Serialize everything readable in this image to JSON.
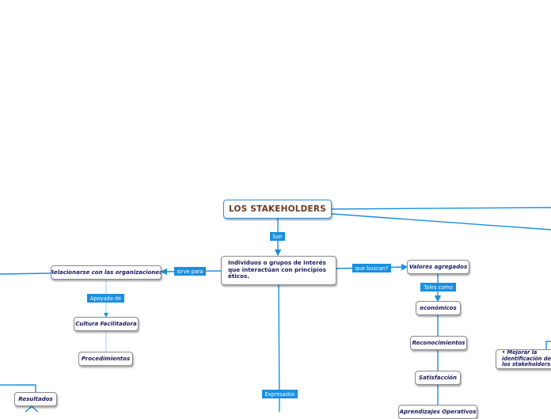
{
  "root": {
    "title": "LOS STAKEHOLDERS"
  },
  "definition": {
    "text": "Individuos o grupos de interés que interactúan con principios éticos."
  },
  "labels": {
    "son": "Son",
    "sirve_para": "sirve para",
    "que_buscan": "que buscan?",
    "tales_como": "Tales como",
    "apoyada_de": "Apoyada de",
    "expresados": "Expresados"
  },
  "nodes": {
    "relacionarse": "Relacionarse con las organizaciones",
    "cultura": "Cultura Facilitadora",
    "procedimientos": "Procedimientos",
    "valores": "Valores agregados",
    "economicos": "económicos",
    "reconocimientos": "Reconocimientos",
    "satisfaccion": "Satisfacción",
    "aprendizajes": "Aprendizajes Operativos",
    "resultados": "Resultados",
    "mejorar": "• Mejorar la identificación de los stakeholders."
  },
  "colors": {
    "connector": "#1a8fe0",
    "label_bg": "#1a8fe0",
    "root_border": "#2e8fd6",
    "root_text": "#6b3a1f",
    "node_text": "#1a1a5e"
  }
}
